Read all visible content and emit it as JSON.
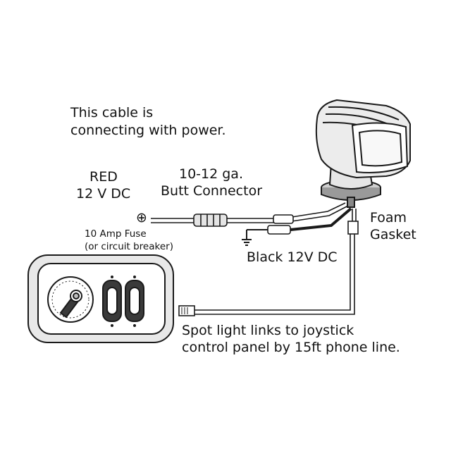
{
  "labels": {
    "cable_note_1": "This cable is",
    "cable_note_2": "connecting with power.",
    "red_1": "RED",
    "red_2": "12 V DC",
    "plus_symbol": "⊕",
    "gauge_1": "10-12 ga.",
    "gauge_2": "Butt Connector",
    "fuse_1": "10 Amp Fuse",
    "fuse_2": "(or circuit breaker)",
    "black": "Black 12V DC",
    "foam_1": "Foam",
    "foam_2": "Gasket",
    "link_1": "Spot light links to joystick",
    "link_2": "control panel by 15ft phone line."
  },
  "colors": {
    "line": "#1a1a1a",
    "fill_light": "#f2f2f2",
    "fill_mid": "#bdbdbd",
    "fill_dark": "#3a3a3a"
  }
}
